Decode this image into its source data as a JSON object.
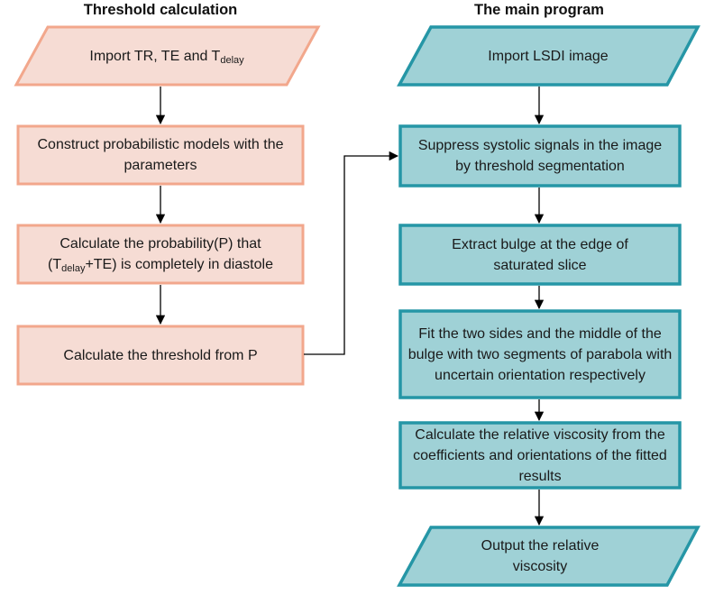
{
  "titles": {
    "left": "Threshold calculation",
    "right": "The main program"
  },
  "left_nodes": [
    {
      "id": "import-params",
      "shape": "parallelogram",
      "pre": "Import TR, TE and T",
      "sub": "delay",
      "post": ""
    },
    {
      "id": "construct-models",
      "shape": "rect",
      "text": "Construct probabilistic models with the parameters"
    },
    {
      "id": "calc-probability",
      "shape": "rect",
      "line1": "Calculate the probability(P) that",
      "pre": "(T",
      "sub": "delay",
      "post": "+TE) is completely in diastole"
    },
    {
      "id": "calc-threshold",
      "shape": "rect",
      "text": "Calculate the threshold from P"
    }
  ],
  "right_nodes": [
    {
      "id": "import-lsdi",
      "shape": "parallelogram",
      "text": "Import LSDI image"
    },
    {
      "id": "suppress-systolic",
      "shape": "rect",
      "text": "Suppress systolic signals in the image by threshold segmentation"
    },
    {
      "id": "extract-bulge",
      "shape": "rect",
      "text": "Extract bulge at the edge of saturated slice"
    },
    {
      "id": "fit-sides",
      "shape": "rect",
      "text": "Fit the two sides and the middle of the bulge with two segments of parabola with uncertain orientation respectively"
    },
    {
      "id": "calc-viscosity",
      "shape": "rect",
      "text": "Calculate the relative viscosity from the coefficients and orientations of the fitted results"
    },
    {
      "id": "output-viscosity",
      "shape": "parallelogram",
      "text": "Output the relative viscosity"
    }
  ],
  "colors": {
    "left_fill": "#f6dcd4",
    "left_border": "#f2a78c",
    "right_fill": "#9fd1d6",
    "right_border": "#2596a6",
    "arrow": "#000000"
  }
}
